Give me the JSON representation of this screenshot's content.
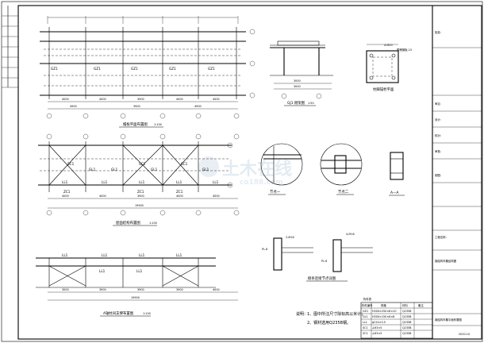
{
  "watermark": {
    "brand": "土木在线",
    "url": "co188.com"
  },
  "plans": {
    "roof_plan": {
      "title": "檐板平面布置图",
      "scale": "1:100",
      "members": [
        "GZ1",
        "GZ1",
        "GZ1",
        "GZ1",
        "GZ1"
      ],
      "dims_top": [
        "4000",
        "4000",
        "3900",
        "4000",
        "4000"
      ],
      "dims_bottom": [
        "4900",
        "3900",
        "4900"
      ]
    },
    "elev1": {
      "title": "屋面结构布置图",
      "scale": "1:100",
      "members": [
        "SC1",
        "GL1",
        "GL1",
        "SC1",
        "GL1",
        "GL1",
        "SC1",
        "LL1",
        "LL1",
        "LL1",
        "LL1",
        "LL1",
        "ZC1",
        "ZC1",
        "ZC1"
      ],
      "dims": [
        "4000",
        "4000",
        "3900",
        "4000",
        "4000"
      ],
      "total": "19900"
    },
    "elev2": {
      "title": "A轴柱间支撑布置图",
      "scale": "1:100",
      "members": [
        "LL1",
        "LL1",
        "LL1",
        "LL1",
        "LL1",
        "LL1"
      ],
      "dims": [
        "3000",
        "3900",
        "3900",
        "3900",
        "4000"
      ],
      "total": "19900"
    }
  },
  "details": {
    "frame": {
      "title": "GJ1 刚架图",
      "scale": "1:50",
      "dims": [
        "3000",
        "3000"
      ]
    },
    "anchor": {
      "title": "柱脚锚栓平面",
      "label": "4-M20",
      "note": "预埋钢板-15"
    },
    "node1": {
      "title": "节点一"
    },
    "node2": {
      "title": "节点二"
    },
    "section": {
      "title": "A—A"
    },
    "purlin": {
      "title": "檩条连接节点详图",
      "labels": [
        "PL-8",
        "PL-6",
        "2-M16",
        "4-M16"
      ]
    }
  },
  "notes": {
    "label": "说明：",
    "lines": [
      "1、图中所注尺寸除标高以米计；",
      "2、钢材选用Q235B钢。"
    ]
  },
  "member_table": {
    "title": "构件表",
    "headers": [
      "构件编号",
      "规格",
      "材料",
      "备注"
    ],
    "rows": [
      [
        "GZ1",
        "H300×250×8×10",
        "Q235B",
        ""
      ],
      [
        "GL1",
        "H300×150×6×8",
        "Q235B",
        ""
      ],
      [
        "LL1",
        "φ114×3.5",
        "Q235B",
        ""
      ],
      [
        "SC1",
        "∠63×5",
        "Q235B",
        ""
      ],
      [
        "ZC1",
        "∠63×5",
        "Q235B",
        ""
      ]
    ]
  },
  "title_block": {
    "fields": [
      "批准：",
      "审定：",
      "设计：",
      "校对：",
      "审核：",
      "制图：",
      "工程名称："
    ],
    "project": "钢结构车棚结构图",
    "drawing_title": "钢结构车棚平面布置图",
    "date": "2020.10"
  }
}
